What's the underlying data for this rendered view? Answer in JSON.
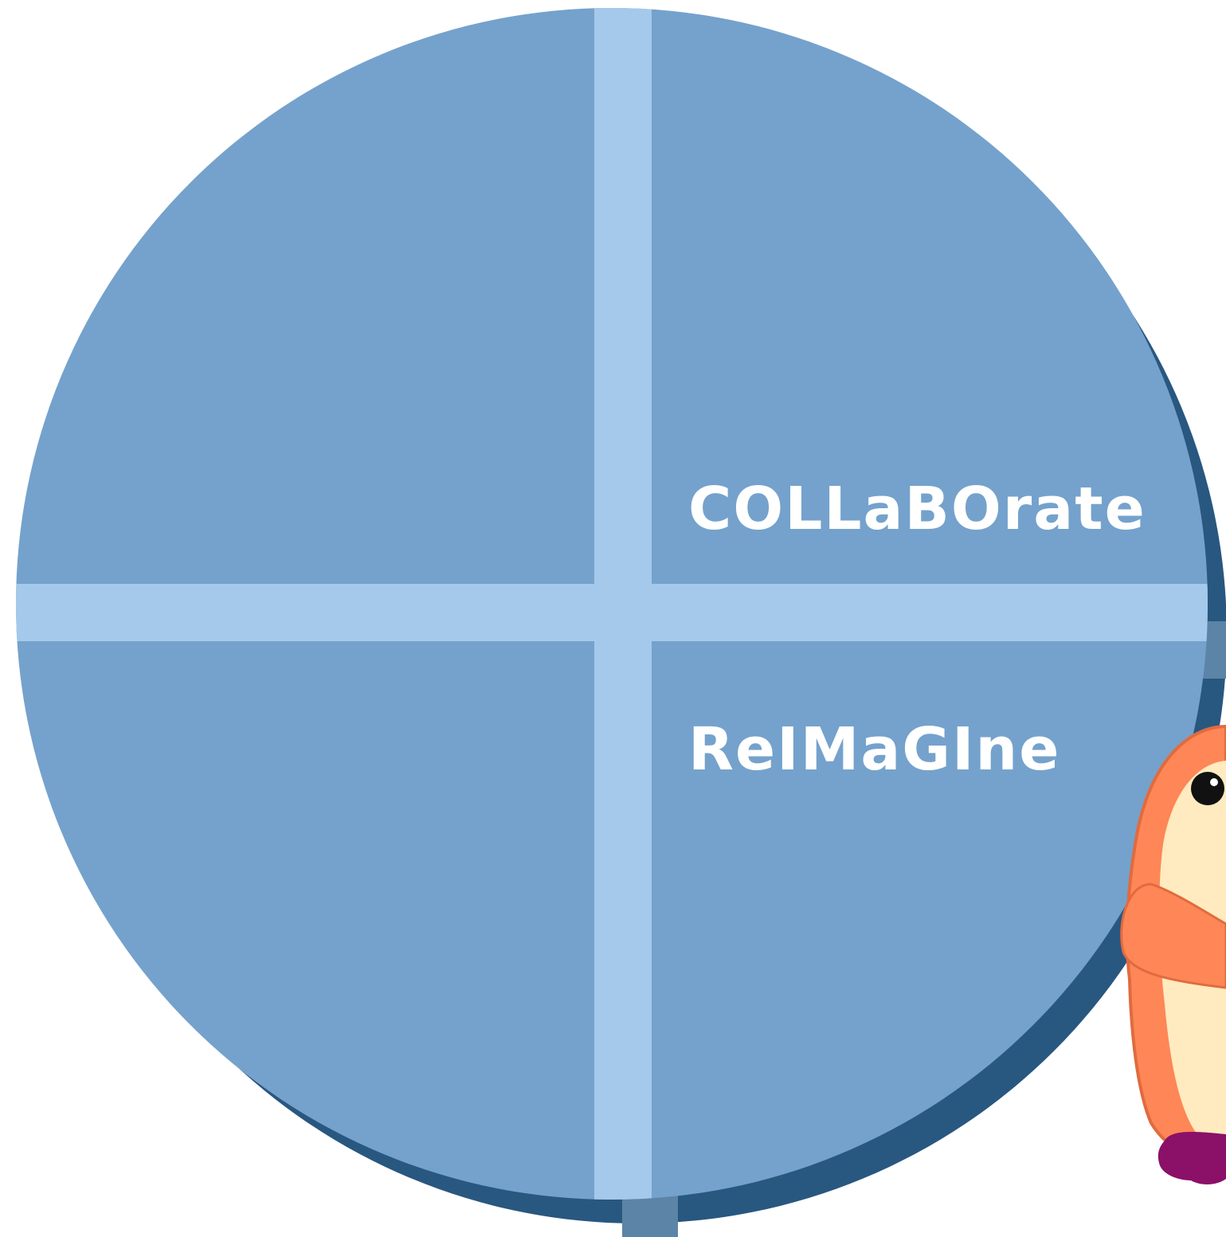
{
  "diagram": {
    "labels": {
      "top_right": "COLLaBOrate",
      "bottom_right": "ReIMaGIne"
    },
    "colors": {
      "background": "#ffffff",
      "circle_fill": "#74a2cc",
      "circle_shadow": "#285780",
      "divider": "#a5c9ea",
      "divider_shadow": "#5c84a6",
      "label_text": "#ffffff",
      "penguin_body": "#fe8657",
      "penguin_outline": "#e06b3f",
      "penguin_belly": "#ffebbf",
      "penguin_feet": "#8b1068",
      "penguin_eye": "#111111"
    },
    "icons": [
      "quadrant-circle",
      "penguin-mascot"
    ]
  }
}
